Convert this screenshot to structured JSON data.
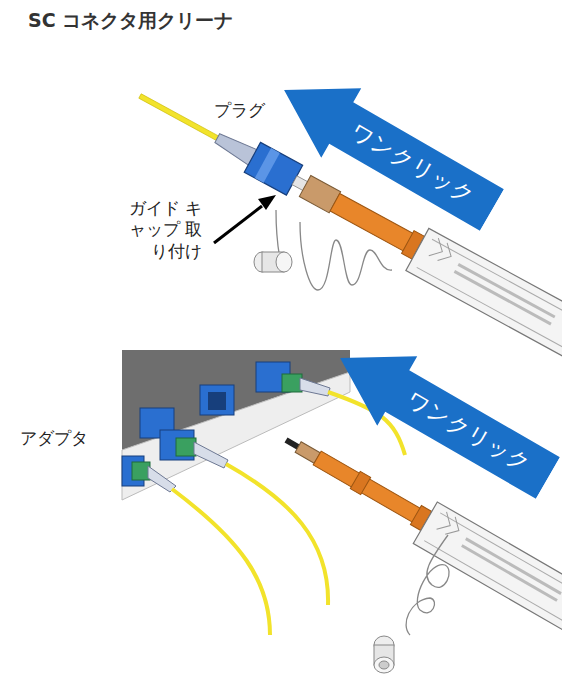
{
  "diagram": {
    "title": "SC コネクタ用クリーナ",
    "nodes": [
      {
        "text": [
          "ワンクリック"
        ]
      },
      {
        "text": [
          "ワンクリック"
        ]
      }
    ],
    "labels": [
      "プラグ",
      "ガイド キャップ 取り付け",
      "アダプタ"
    ]
  }
}
